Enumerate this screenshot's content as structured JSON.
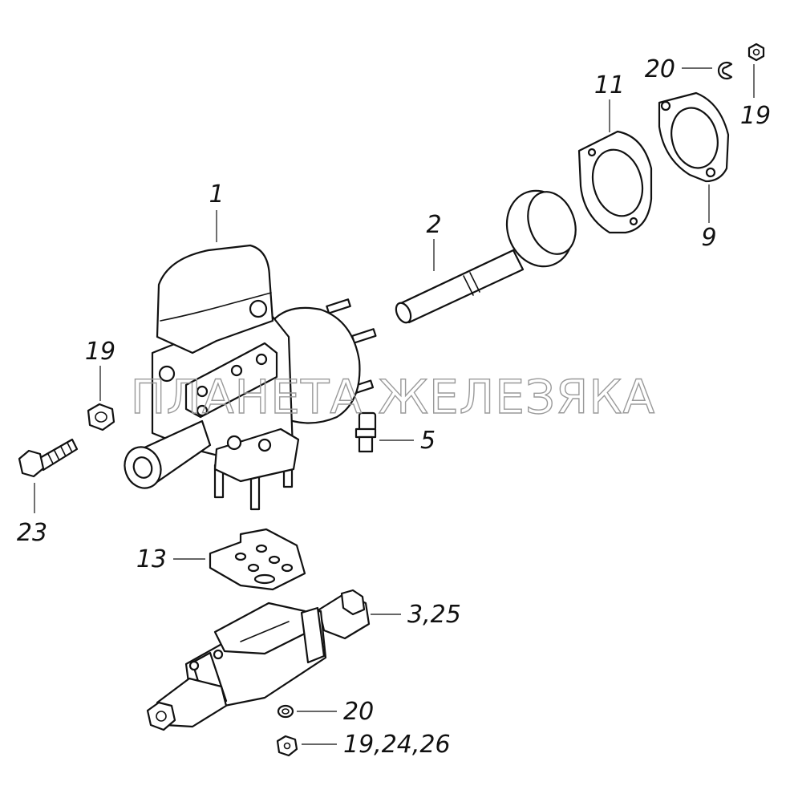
{
  "watermark": "ПЛАНЕТА ЖЕЛЕЗЯКА",
  "callouts": {
    "c1": "1",
    "c2": "2",
    "c3_25": "3,25",
    "c5": "5",
    "c9": "9",
    "c11": "11",
    "c13": "13",
    "c19_top": "19",
    "c19_left": "19",
    "c19_24_26": "19,24,26",
    "c20_top": "20",
    "c20_bottom": "20",
    "c23": "23"
  },
  "colors": {
    "line": "#111111",
    "watermark": "#9a9a9a",
    "background": "#ffffff"
  }
}
